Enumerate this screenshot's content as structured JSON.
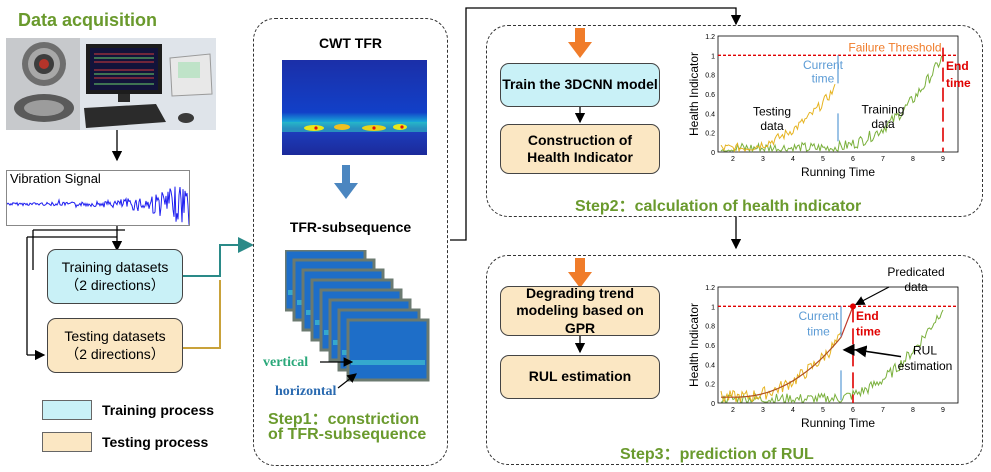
{
  "left": {
    "title": "Data acquisition",
    "signal_label": "Vibration Signal",
    "training_box": [
      "Training datasets",
      "（2 directions）"
    ],
    "testing_box": [
      "Testing datasets",
      "（2 directions）"
    ],
    "legend": [
      {
        "label": "Training process",
        "color": "#c9f1f7"
      },
      {
        "label": "Testing process",
        "color": "#fbe7c3"
      }
    ]
  },
  "step1": {
    "cwt_title": "CWT  TFR",
    "subseq_label": "TFR-subsequence",
    "vertical": "vertical",
    "horizontal": "horizontal",
    "title_line1": "Step1：constriction",
    "title_line2": "of TFR-subsequence"
  },
  "step2": {
    "box1": "Train the 3DCNN model",
    "box2_line1": "Construction of",
    "box2_line2": "Health Indicator",
    "title": "Step2：calculation of health indicator",
    "chart": {
      "ylabel": "Health Indicator",
      "xlabel": "Running Time",
      "yticks": [
        "0",
        "0.2",
        "0.4",
        "0.6",
        "0.8",
        "1",
        "1.2"
      ],
      "xticks": [
        "2",
        "3",
        "4",
        "5",
        "6",
        "7",
        "8",
        "9"
      ],
      "failure_threshold": "Failure Threshold",
      "current_time": [
        "Current",
        "time"
      ],
      "end_time": [
        "End",
        "time"
      ],
      "testing_data": [
        "Testing",
        "data"
      ],
      "training_data": [
        "Training",
        "data"
      ]
    }
  },
  "step3": {
    "box1_line1": "Degrading trend",
    "box1_line2": "modeling based on GPR",
    "box2": "RUL estimation",
    "title": "Step3：prediction of RUL",
    "chart": {
      "ylabel": "Health Indicator",
      "xlabel": "Running Time",
      "yticks": [
        "0",
        "0.2",
        "0.4",
        "0.6",
        "0.8",
        "1",
        "1.2"
      ],
      "xticks": [
        "2",
        "3",
        "4",
        "5",
        "6",
        "7",
        "8",
        "9"
      ],
      "current_time": [
        "Current",
        "time"
      ],
      "end_time": [
        "End",
        "time"
      ],
      "predicated": [
        "Predicated",
        "data"
      ],
      "rul_estimation": [
        "RUL",
        "estimation"
      ]
    }
  },
  "colors": {
    "green": "#6a9a2d",
    "orange_arrow": "#f07c2a",
    "blue_arrow": "#4b86c0",
    "threshold_red": "#e00000",
    "current_blue": "#5b9bd5",
    "train_green": "#7ab03c",
    "test_yellow": "#e6b422"
  }
}
